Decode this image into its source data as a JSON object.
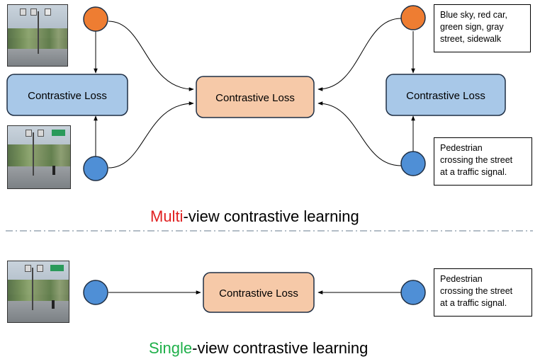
{
  "loss_labels": {
    "left": "Contrastive Loss",
    "center": "Contrastive  Loss",
    "right": "Contrastive  Loss",
    "bottom": "Contrastive  Loss"
  },
  "captions": {
    "scene_description": "Blue sky, red car,\ngreen sign, gray\nstreet, sidewalk",
    "pedestrian_top": "Pedestrian\ncrossing the street\nat a traffic signal.",
    "pedestrian_bottom": "Pedestrian\ncrossing the street\nat a traffic signal."
  },
  "titles": {
    "multi_highlight": "Multi",
    "multi_rest": "-view contrastive learning",
    "single_highlight": "Single",
    "single_rest": "-view contrastive learning"
  },
  "colors": {
    "orange_node": "#ee7d32",
    "blue_node": "#4f8fd6",
    "blue_box": "#a8c8e8",
    "peach_box": "#f6c9a8",
    "multi_red": "#e02020",
    "single_green": "#1fb04a",
    "divider": "#9aa7b4"
  }
}
